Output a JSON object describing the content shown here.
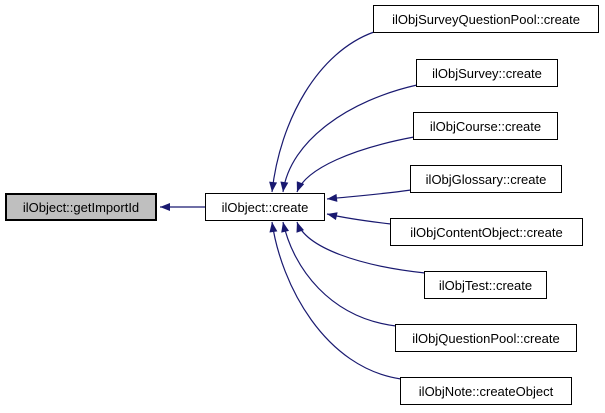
{
  "diagram_type": "call-graph",
  "colors": {
    "background": "#ffffff",
    "edge": "#191970",
    "node_fill": "#ffffff",
    "node_border": "#000000",
    "highlight_node_fill": "#bfbfbf"
  },
  "nodes": [
    {
      "id": "ilobject-getimportid",
      "label": "ilObject::getImportId",
      "highlighted": true
    },
    {
      "id": "ilobject-create",
      "label": "ilObject::create",
      "highlighted": false
    },
    {
      "id": "ilobjsurveyquestionpool-create",
      "label": "ilObjSurveyQuestionPool::create",
      "highlighted": false
    },
    {
      "id": "ilobjsurvey-create",
      "label": "ilObjSurvey::create",
      "highlighted": false
    },
    {
      "id": "ilobjcourse-create",
      "label": "ilObjCourse::create",
      "highlighted": false
    },
    {
      "id": "ilobjglossary-create",
      "label": "ilObjGlossary::create",
      "highlighted": false
    },
    {
      "id": "ilobjcontentobject-create",
      "label": "ilObjContentObject::create",
      "highlighted": false
    },
    {
      "id": "ilobjtest-create",
      "label": "ilObjTest::create",
      "highlighted": false
    },
    {
      "id": "ilobjquestionpool-create",
      "label": "ilObjQuestionPool::create",
      "highlighted": false
    },
    {
      "id": "ilobjnote-createobject",
      "label": "ilObjNote::createObject",
      "highlighted": false
    }
  ],
  "edges": [
    {
      "from": "ilobject-create",
      "to": "ilobject-getimportid"
    },
    {
      "from": "ilobjsurveyquestionpool-create",
      "to": "ilobject-create"
    },
    {
      "from": "ilobjsurvey-create",
      "to": "ilobject-create"
    },
    {
      "from": "ilobjcourse-create",
      "to": "ilobject-create"
    },
    {
      "from": "ilobjglossary-create",
      "to": "ilobject-create"
    },
    {
      "from": "ilobjcontentobject-create",
      "to": "ilobject-create"
    },
    {
      "from": "ilobjtest-create",
      "to": "ilobject-create"
    },
    {
      "from": "ilobjquestionpool-create",
      "to": "ilobject-create"
    },
    {
      "from": "ilobjnote-createobject",
      "to": "ilobject-create"
    }
  ]
}
